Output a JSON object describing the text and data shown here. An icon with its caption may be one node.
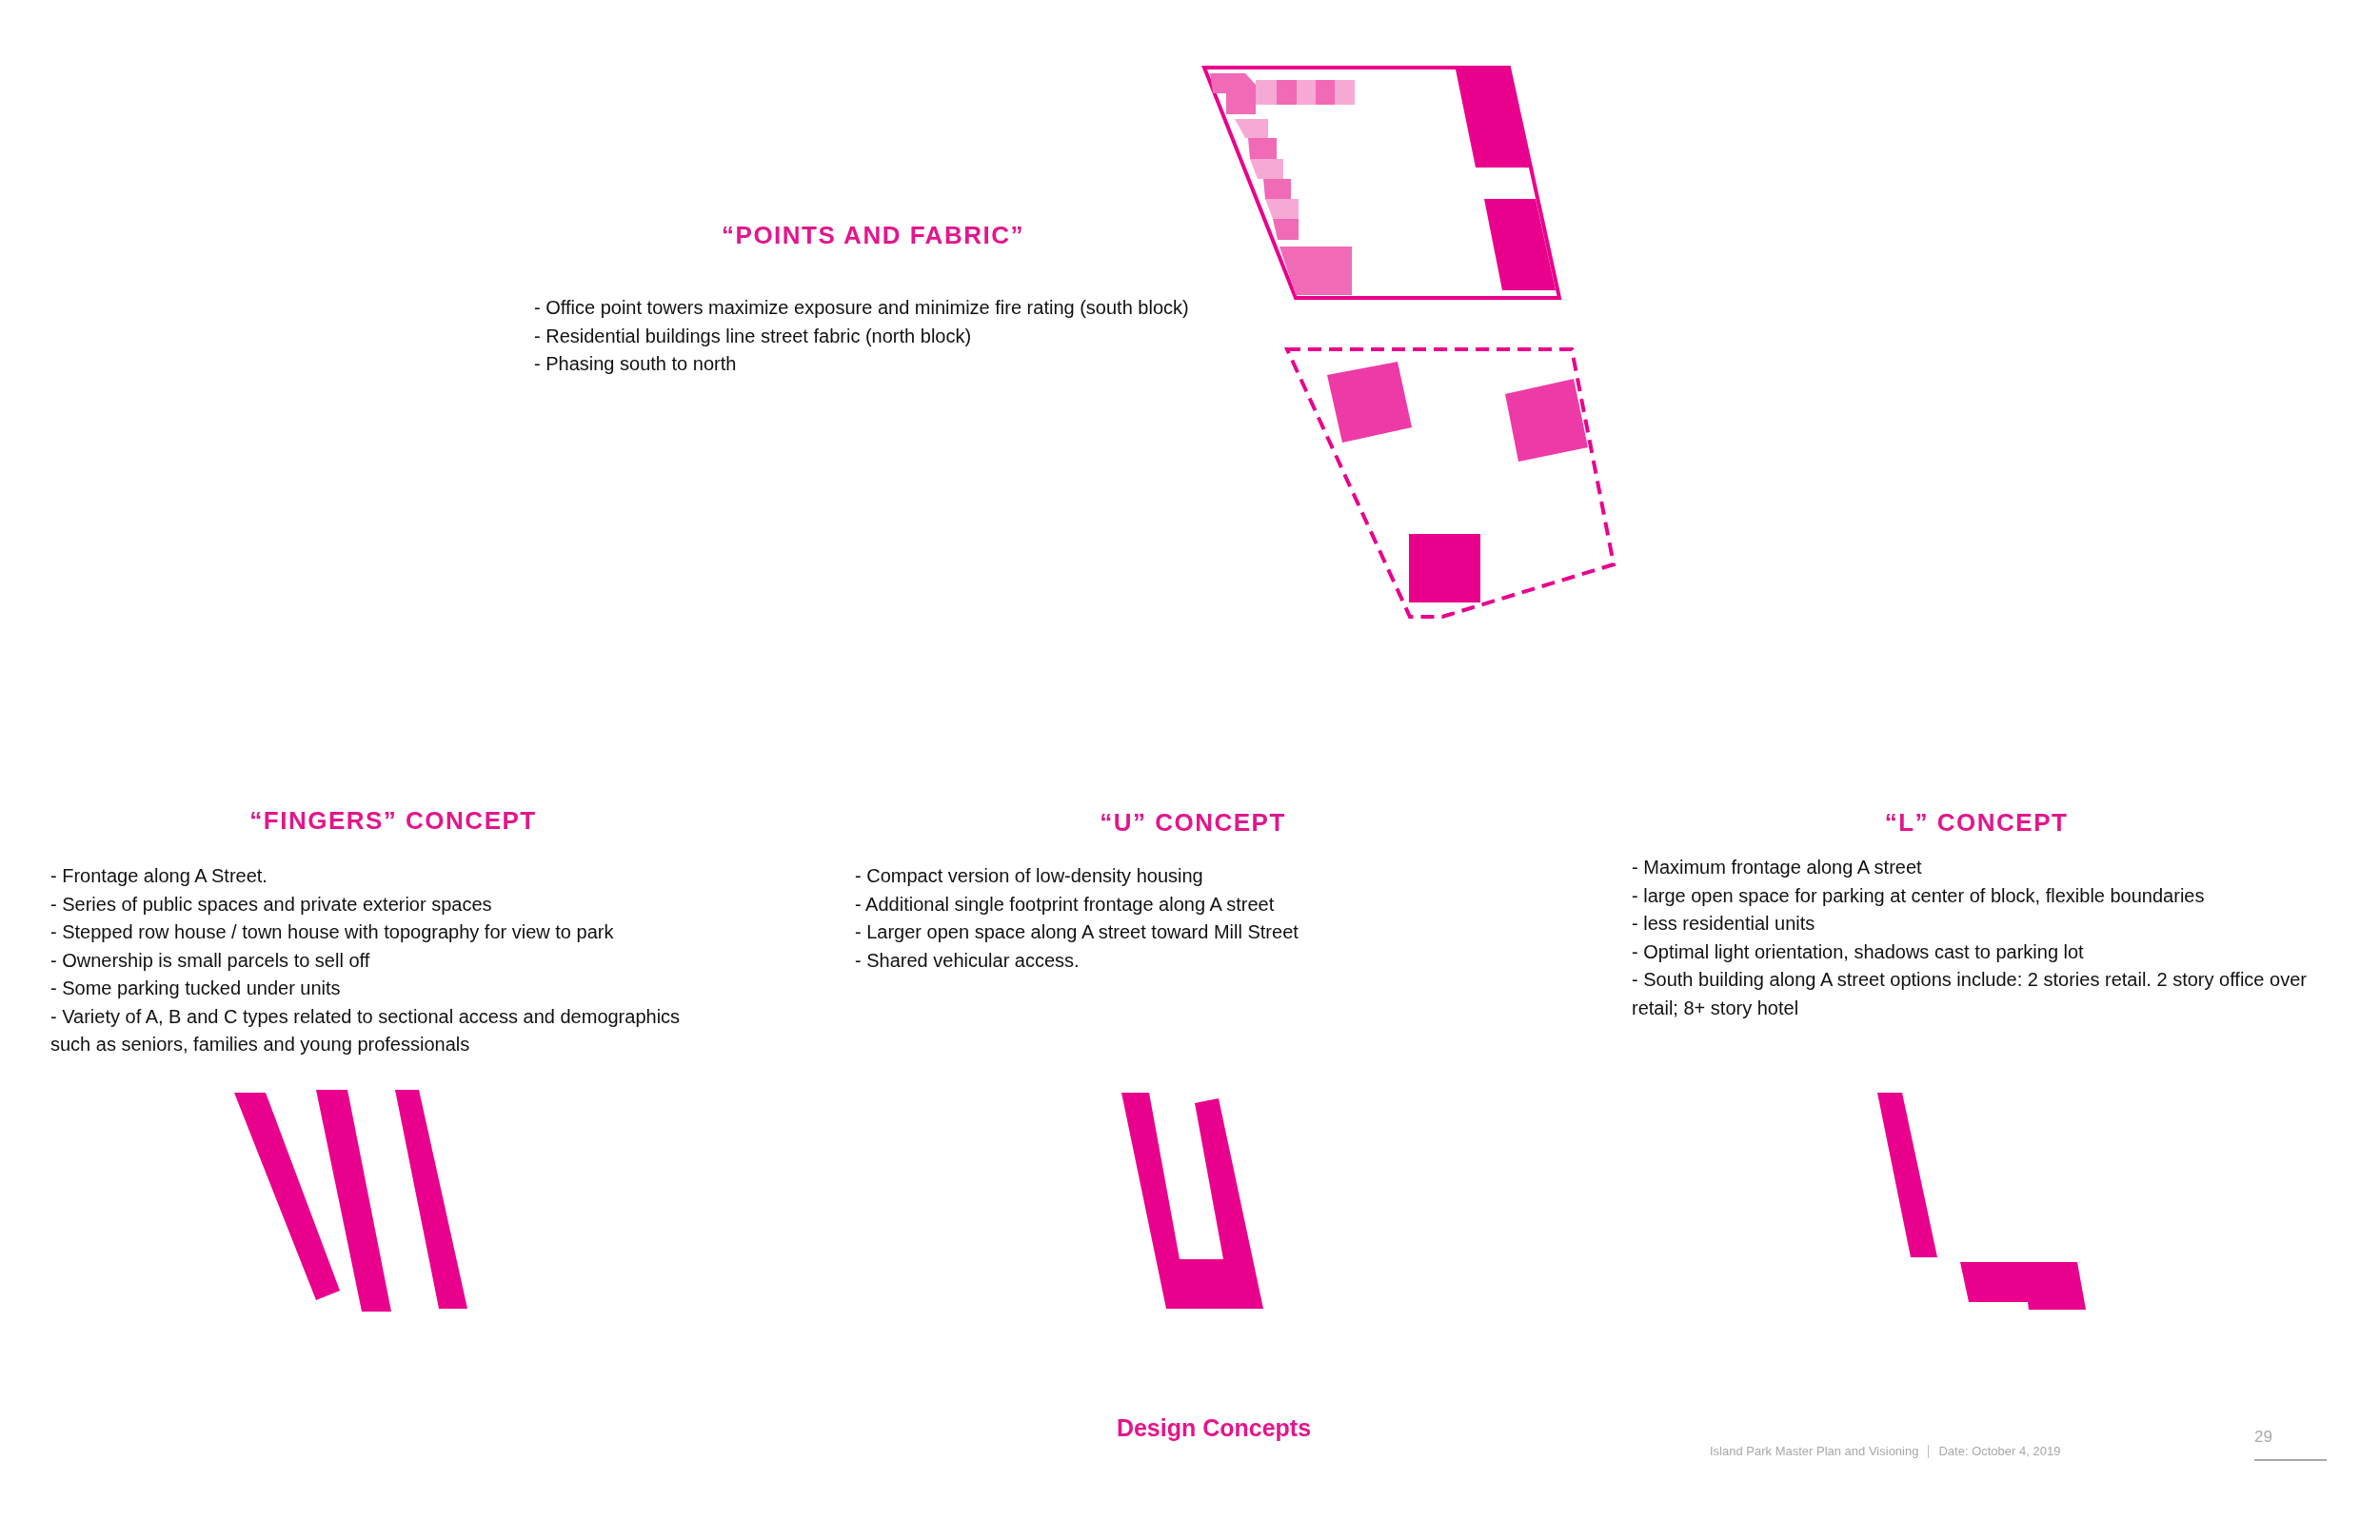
{
  "diagram": {
    "title": "Design Concepts",
    "labels": [
      "“POINTS AND FABRIC”",
      "- Office point towers maximize exposure and minimize fire rating (south block)",
      "- Residential buildings line street fabric (north block)",
      "- Phasing south to north",
      "“FINGERS” CONCEPT",
      "- Frontage along A Street.",
      "- Series of public spaces and private exterior spaces",
      "- Stepped row house / town house with topography for view to park",
      "- Ownership is small parcels to sell off",
      "- Some parking tucked under units",
      "- Variety of A, B and C types related to sectional access and demographics such as seniors, families and young professionals",
      "“U” CONCEPT",
      "- Compact version of low-density housing",
      "- Additional single footprint frontage along A street",
      "- Larger open space along A street toward Mill Street",
      "- Shared vehicular access.",
      "“L” CONCEPT",
      "- Maximum frontage along A street",
      "- large open space for parking at center of block, flexible boundaries",
      "- less residential units",
      "- Optimal light orientation, shadows cast to parking lot",
      "- South building along A street options include: 2 stories retail. 2 story office over retail; 8+ story hotel",
      "Island Park Master Plan and Visioning",
      "Date: October 4, 2019",
      "29"
    ]
  }
}
